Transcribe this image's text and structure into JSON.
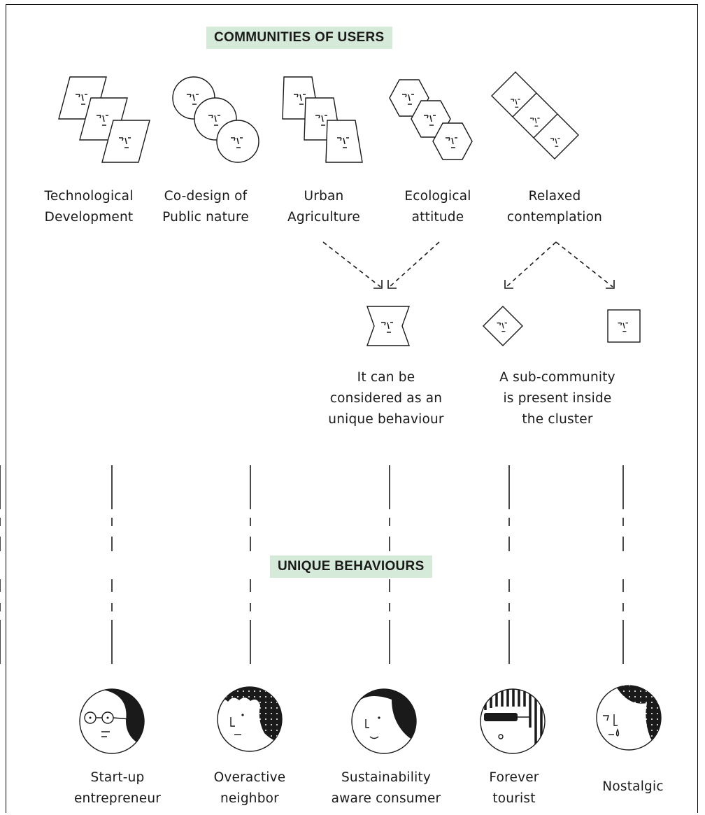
{
  "titles": {
    "communities": "COMMUNITIES OF USERS",
    "unique_behaviours": "UNIQUE BEHAVIOURS"
  },
  "communities": [
    {
      "label": "Technological\nDevelopment",
      "icon": "parallelogram-faces-icon"
    },
    {
      "label": "Co-design of\nPublic nature",
      "icon": "circle-faces-icon"
    },
    {
      "label": "Urban\nAgriculture",
      "icon": "trapezoid-faces-icon"
    },
    {
      "label": "Ecological\nattitude",
      "icon": "hexagon-faces-icon"
    },
    {
      "label": "Relaxed\ncontemplation",
      "icon": "diamond-chain-faces-icon"
    }
  ],
  "notes": {
    "unique": "It can be\nconsidered as an\nunique behaviour",
    "sub_community": "A sub-community\nis present inside\nthe cluster"
  },
  "behaviours": [
    {
      "label": "Start-up\nentrepreneur",
      "icon": "glasses-person-icon"
    },
    {
      "label": "Overactive\nneighbor",
      "icon": "curly-hair-person-icon"
    },
    {
      "label": "Sustainability\naware consumer",
      "icon": "bob-hair-person-icon"
    },
    {
      "label": "Forever\ntourist",
      "icon": "sunglasses-person-icon"
    },
    {
      "label": "Nostalgic",
      "icon": "tearful-person-icon"
    }
  ],
  "colors": {
    "highlight": "#d6ead9",
    "ink": "#1a1a1a"
  }
}
